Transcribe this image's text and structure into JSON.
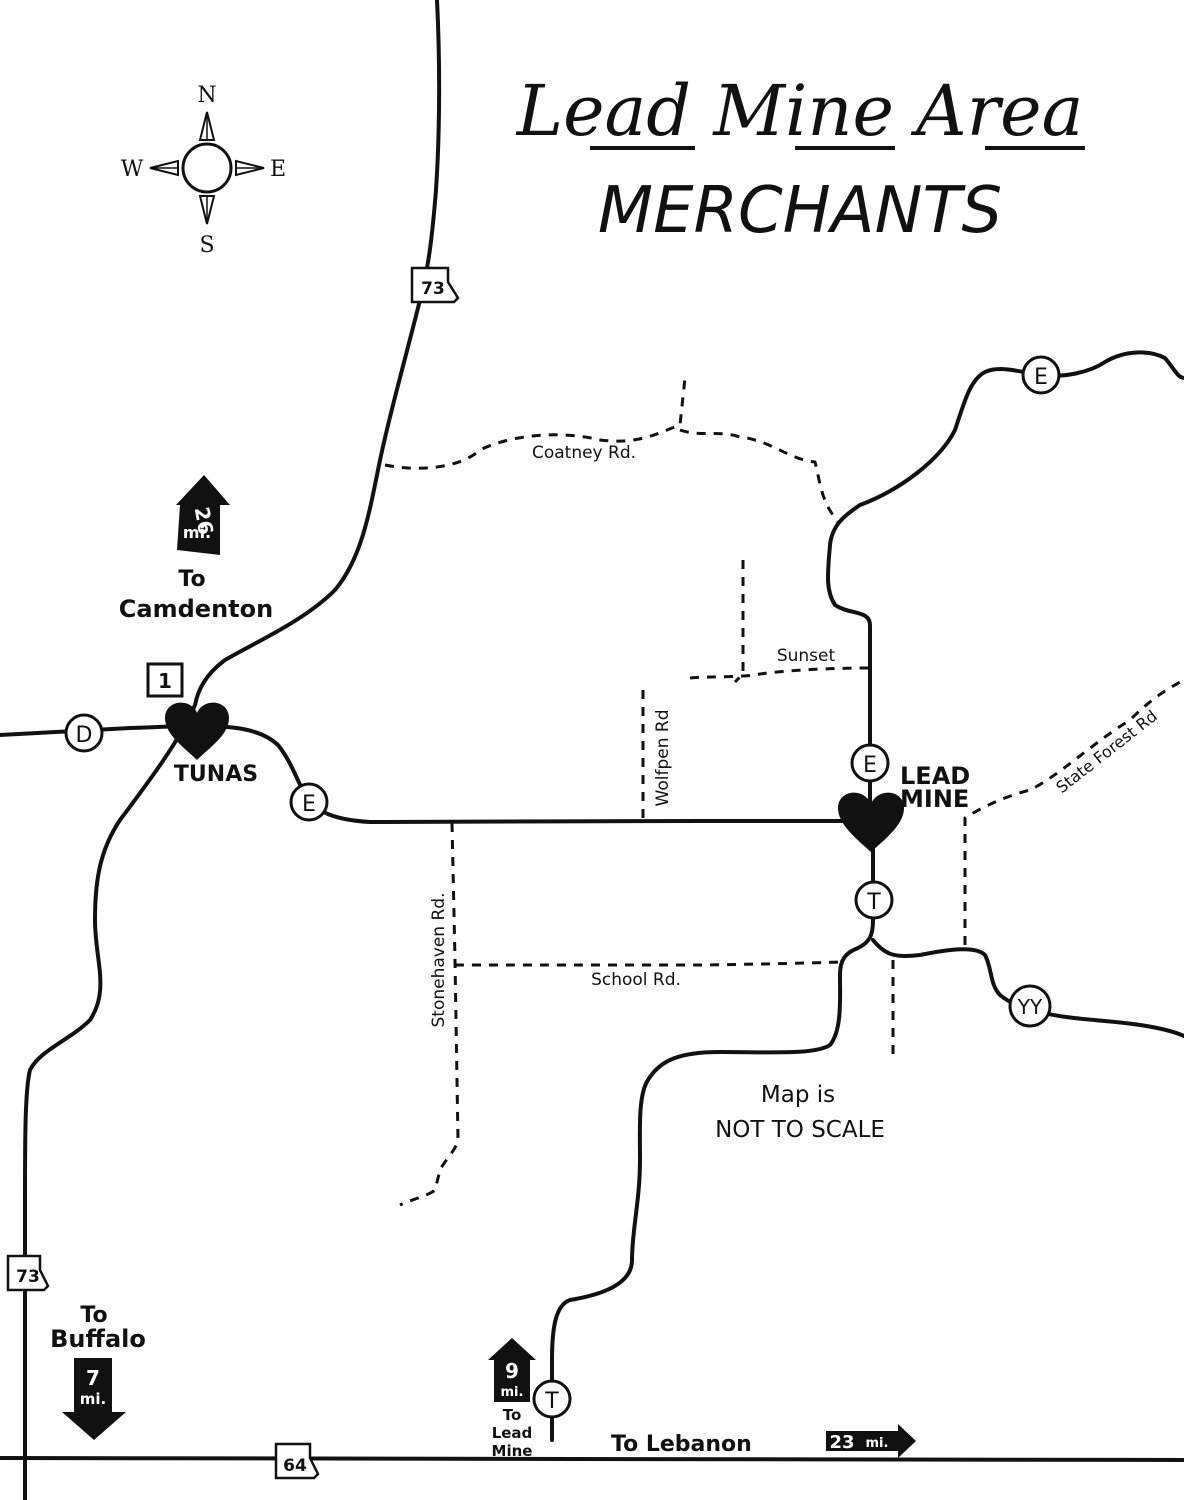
{
  "title": {
    "line1": "Lead Mine Area",
    "line2": "MERCHANTS"
  },
  "compass": {
    "n": "N",
    "s": "S",
    "e": "E",
    "w": "W"
  },
  "towns": {
    "tunas": "TUNAS",
    "lead_mine_1": "LEAD",
    "lead_mine_2": "MINE"
  },
  "highway_shields": {
    "hwy73_north": "73",
    "hwy73_south": "73",
    "hwy64": "64",
    "box1": "1"
  },
  "route_letters": {
    "d": "D",
    "e_tunas": "E",
    "e_leadmine": "E",
    "e_northeast": "E",
    "t_leadmine": "T",
    "t_south": "T",
    "yy": "YY"
  },
  "roads": {
    "coatney": "Coatney Rd.",
    "sunset": "Sunset",
    "wolfpen": "Wolfpen Rd",
    "stonehaven": "Stonehaven Rd.",
    "school": "School Rd.",
    "state_forest": "State Forest Rd"
  },
  "directions": {
    "camdenton_miles": "26",
    "camdenton_unit": "mi.",
    "camdenton_to": "To",
    "camdenton_name": "Camdenton",
    "buffalo_to": "To",
    "buffalo_name": "Buffalo",
    "buffalo_miles": "7",
    "buffalo_unit": "mi.",
    "leadmine_miles": "9",
    "leadmine_unit": "mi.",
    "leadmine_to": "To",
    "leadmine_name1": "Lead",
    "leadmine_name2": "Mine",
    "lebanon": "To Lebanon",
    "lebanon_miles": "23",
    "lebanon_unit": "mi."
  },
  "note": {
    "line1": "Map is",
    "line2": "NOT TO SCALE"
  }
}
